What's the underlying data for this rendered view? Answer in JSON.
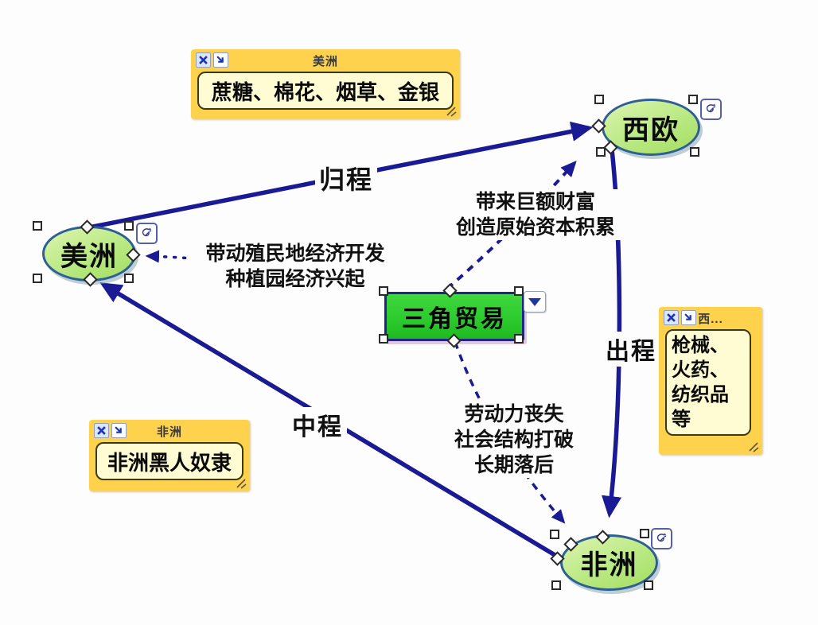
{
  "diagram": {
    "center_node": {
      "label": "三角贸易"
    },
    "nodes": {
      "west_europe": {
        "label": "西欧"
      },
      "americas": {
        "label": "美洲"
      },
      "africa": {
        "label": "非洲"
      }
    },
    "edge_labels": {
      "return_trip": "归程",
      "outbound_trip": "出程",
      "middle_passage": "中程"
    },
    "annotations": {
      "europe_effect": {
        "line1": "带来巨额财富",
        "line2": "创造原始资本积累"
      },
      "americas_effect": {
        "line1": "带动殖民地经济开发",
        "line2": "种植园经济兴起"
      },
      "africa_effect": {
        "line1": "劳动力丧失",
        "line2": "社会结构打破",
        "line3": "长期落后"
      }
    },
    "notes": {
      "americas_note": {
        "title": "美洲",
        "body": "蔗糖、棉花、烟草、金银"
      },
      "europe_note": {
        "title": "西...",
        "body": "枪械、\n火药、\n纺织品\n等"
      },
      "africa_note": {
        "title": "非洲",
        "body": "非洲黑人奴隶"
      }
    },
    "icons": {
      "close": "✕"
    },
    "colors": {
      "edge": "#1a1a94",
      "node_fill": "#b9e983",
      "node_border": "#2f5f94",
      "center_node_fill": "#2bc92b",
      "note_bg": "#ffd24d",
      "note_body_bg": "#fffbd2"
    }
  }
}
